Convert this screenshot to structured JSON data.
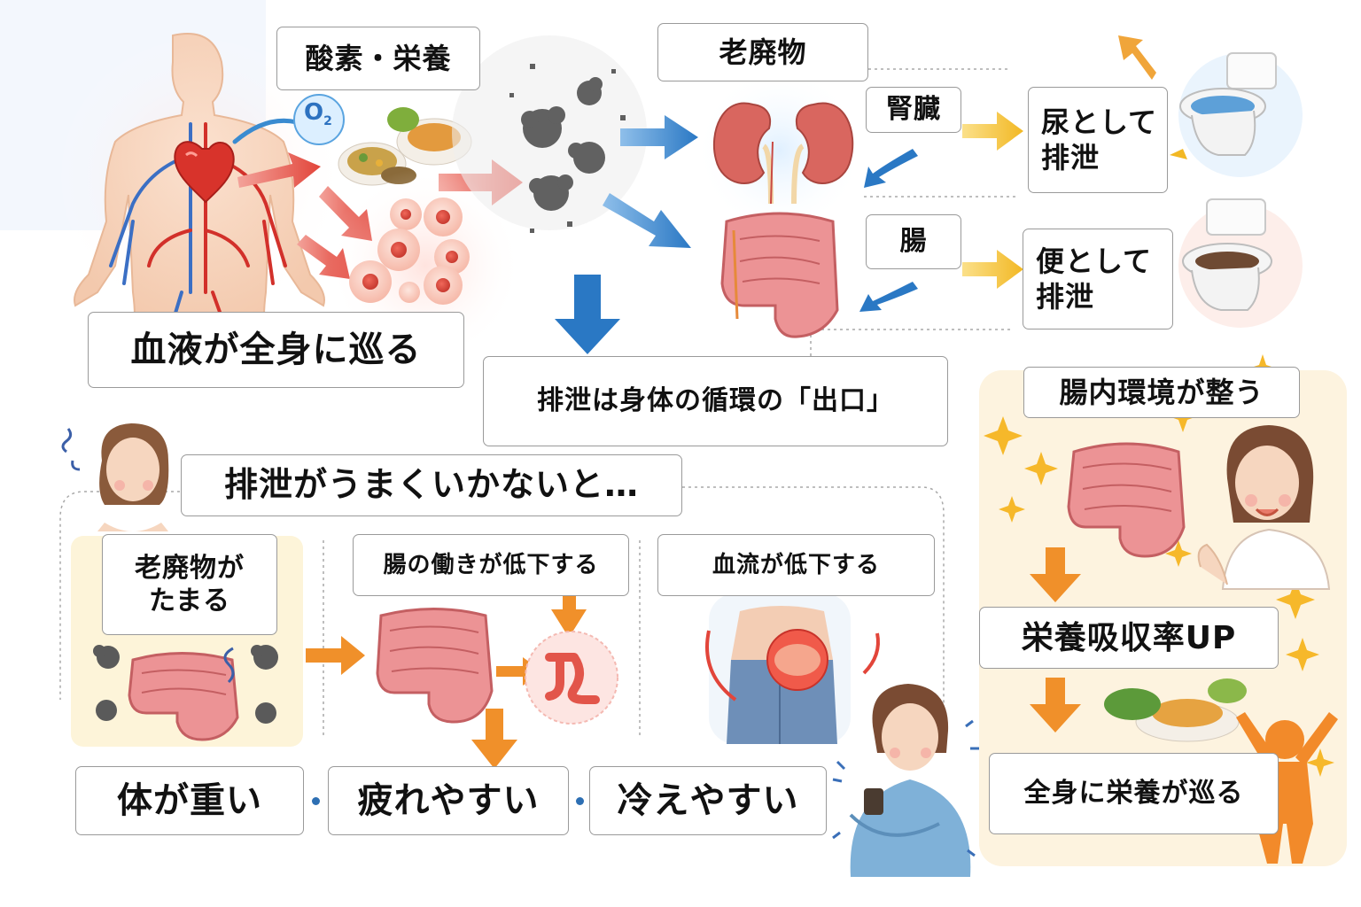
{
  "labels": {
    "oxygen_nutrition": "酸素・栄養",
    "waste": "老廃物",
    "kidney": "腎臓",
    "intestine": "腸",
    "urine_line1": "尿として",
    "urine_line2": "排泄",
    "stool_line1": "便として",
    "stool_line2": "排泄",
    "blood_circulates": "血液が全身に巡る",
    "excretion_exit": "排泄は身体の循環の「出口」",
    "if_excretion_fails": "排泄がうまくいかないと…",
    "waste_accumulates_line1": "老廃物が",
    "waste_accumulates_line2": "たまる",
    "bowel_function_decline": "腸の働きが低下する",
    "blood_flow_decline": "血流が低下する",
    "heavy_body": "体が重い",
    "tired_easily": "疲れやすい",
    "cold_easily": "冷えやすい",
    "gut_environment": "腸内環境が整う",
    "absorption_up": "栄養吸収率UP",
    "nutrients_circulate": "全身に栄養が巡る",
    "o2_symbol": "O",
    "o2_sub": "2"
  },
  "colors": {
    "red_arrow": "#e2453a",
    "blue_arrow": "#2a78c4",
    "yellow_arrow": "#f2b824",
    "orange_arrow": "#f0902a",
    "intestine": "#e77e80",
    "kidney": "#d9665f",
    "skin": "#f6d2b8",
    "dot_separator": "#2d6fb3"
  }
}
